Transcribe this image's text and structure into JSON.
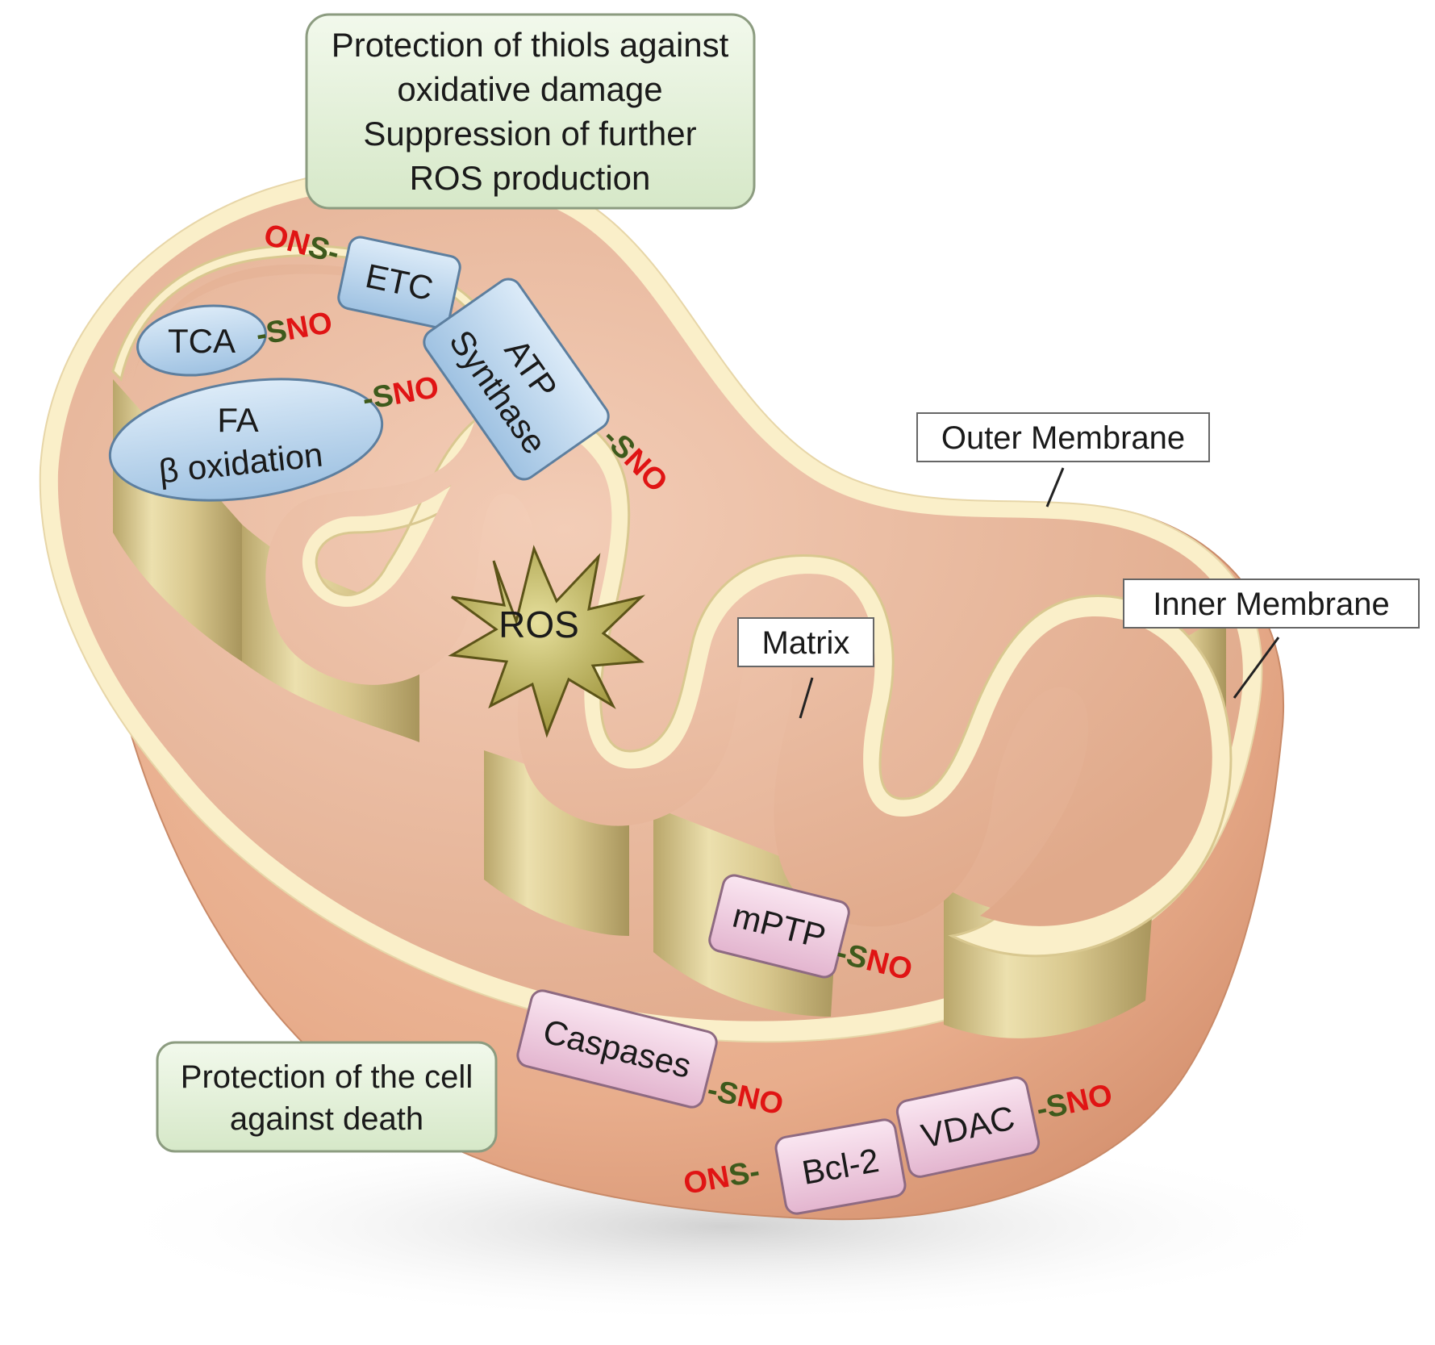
{
  "callouts": {
    "top": [
      "Protection of thiols against",
      "oxidative damage",
      "Suppression of further",
      "ROS production"
    ],
    "bottom": [
      "Protection of the cell",
      "against death"
    ]
  },
  "labels": {
    "outer_membrane": "Outer Membrane",
    "inner_membrane": "Inner Membrane",
    "matrix": "Matrix"
  },
  "proteins": {
    "etc": "ETC",
    "tca": "TCA",
    "fa": [
      "FA",
      "β oxidation"
    ],
    "atp": [
      "ATP",
      "Synthase"
    ],
    "ros": "ROS",
    "mptp": "mPTP",
    "caspases": "Caspases",
    "bcl2": "Bcl-2",
    "vdac": "VDAC"
  },
  "tags": {
    "ons_prefix": {
      "part1": "ON",
      "part2": "S-"
    },
    "sno_suffix": {
      "part1": "-S",
      "part2": "NO"
    }
  },
  "colors": {
    "outer_body": "#eab597",
    "cream_membrane": "#faefc9",
    "crista_wall": "#cfbf86",
    "blue_protein": "#b8d4ec",
    "pink_protein": "#f1cde2",
    "callout_fill": "#e6f2dc",
    "sno_s": "#3e5a1c",
    "sno_no": "#e01414"
  }
}
